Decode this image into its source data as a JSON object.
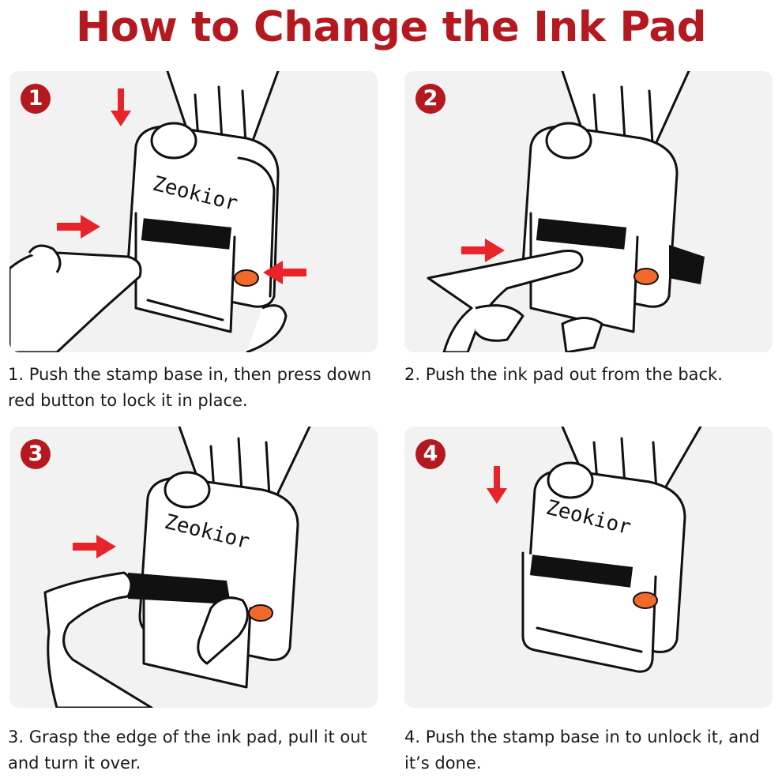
{
  "header": {
    "title": "How to Change the Ink Pad"
  },
  "brand": {
    "name": "Zeokior"
  },
  "colors": {
    "accent": "#b3191f",
    "arrow": "#e8232a",
    "button": "#f26a2b",
    "panel_bg": "#f2f2f2"
  },
  "steps": [
    {
      "number": "1",
      "caption": "1. Push the stamp base in, then press down red button to lock it in place."
    },
    {
      "number": "2",
      "caption": "2. Push the ink pad out from the back."
    },
    {
      "number": "3",
      "caption": "3. Grasp the edge of the ink pad, pull it out and turn it over."
    },
    {
      "number": "4",
      "caption": "4. Push the stamp base in to unlock it, and it’s done."
    }
  ]
}
